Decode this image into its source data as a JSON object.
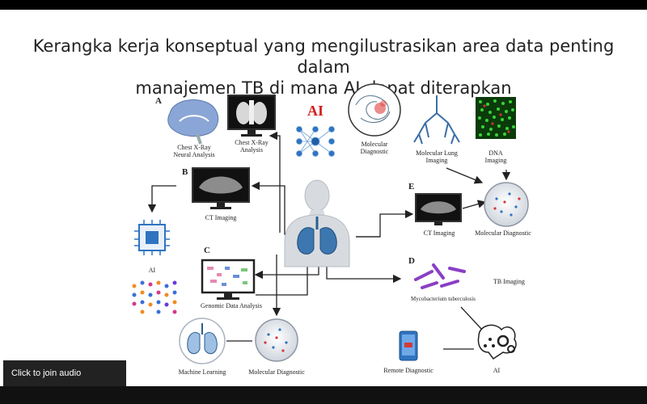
{
  "slide": {
    "title_line1": "Kerangka kerja konseptual yang mengilustrasikan area data penting dalam",
    "title_line2": "manajemen TB di mana AI dapat diterapkan"
  },
  "figure": {
    "panel_a": "A",
    "panel_b": "B",
    "panel_c": "C",
    "panel_d": "D",
    "panel_e": "E",
    "ai_big": "AI",
    "chest_neural_1": "Chest X-Ray",
    "chest_neural_2": "Neural Analysis",
    "chest_analysis_1": "Chest X-Ray",
    "chest_analysis_2": "Analysis",
    "molecular_1": "Molecular",
    "molecular_2": "Diagnostic",
    "lung_imaging_1": "Molecular Lung",
    "lung_imaging_2": "Imaging",
    "dna_1": "DNA",
    "dna_2": "Imaging",
    "ct_imaging": "CT Imaging",
    "ai_left": "AI",
    "ct_imaging_e": "CT Imaging",
    "molecular_diag_e": "Molecular Diagnostic",
    "genomic": "Genomic Data Analysis",
    "tb_imaging": "TB Imaging",
    "myco": "Mycobacterium tuberculosis",
    "machine_learning": "Machine Learning",
    "molecular_diag_bottom": "Molecular Diagnostic",
    "remote_diag": "Remote Diagnostic",
    "ai_bottom": "AI",
    "colors": {
      "lung": "#2a5d8f",
      "brain": "#7f9fcf",
      "dna_bg": "#0b3b0b",
      "dna_dot": "#3ad23a",
      "bacteria": "#8a3fc4"
    }
  },
  "overlay": {
    "join_audio": "Click to join audio"
  }
}
